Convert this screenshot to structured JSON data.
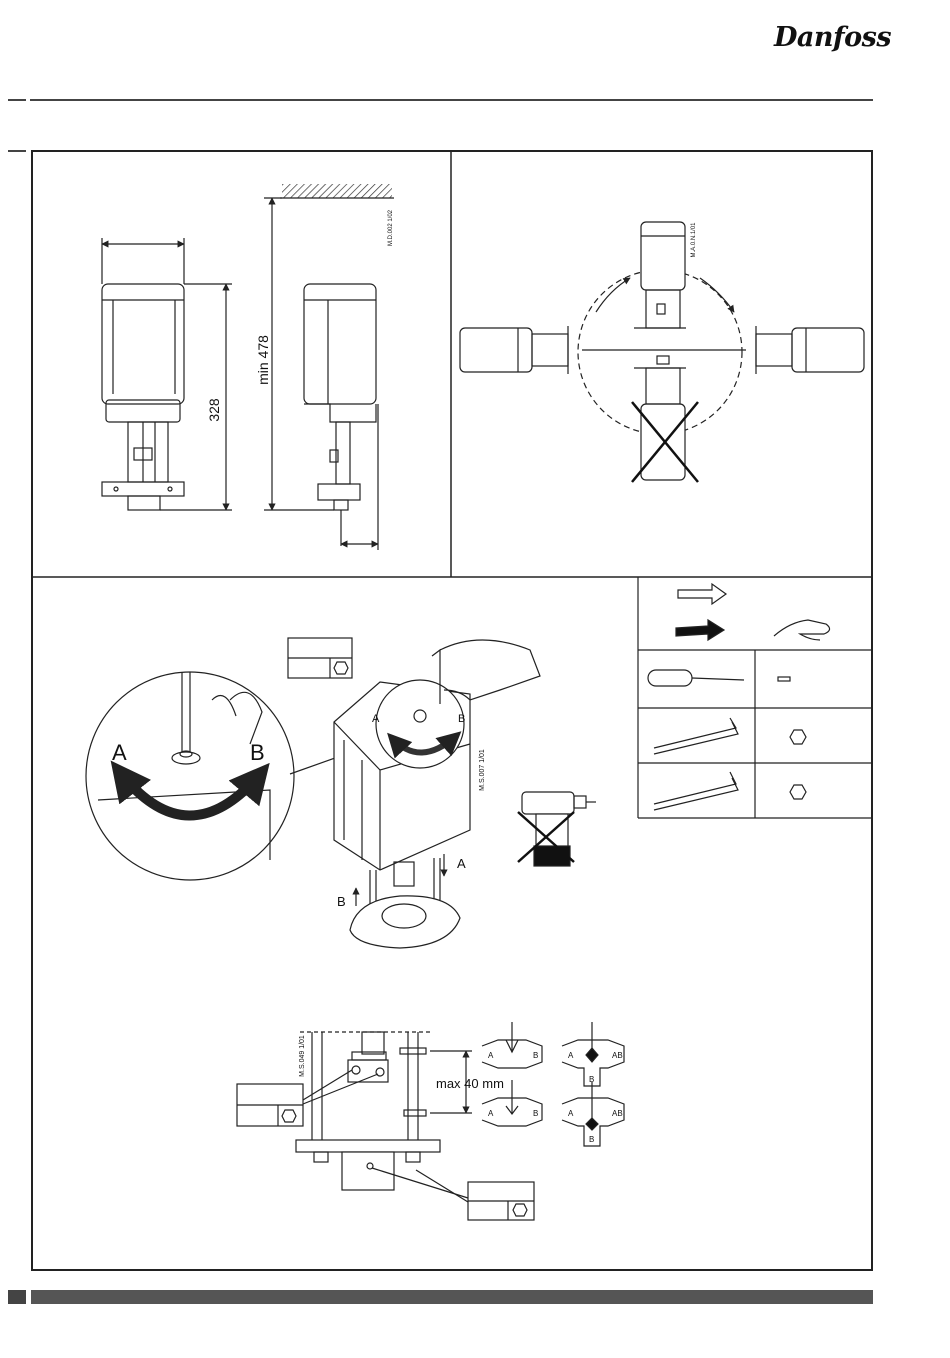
{
  "brand": {
    "logo_text": "Danfoss"
  },
  "panel_dimensions": {
    "width_328": "328",
    "min_height": "min 478",
    "drawing_code": "M.D.002 1/02"
  },
  "panel_orientation": {
    "drawing_code": "M.A.0.N.1/01"
  },
  "panel_manual": {
    "label_a": "A",
    "label_b": "B",
    "drawing_code": "M.S.007 1/01",
    "arrow_a": "A",
    "arrow_b": "B"
  },
  "panel_stroke": {
    "max_stroke": "max 40 mm",
    "drawing_code": "M.S.049 1/01",
    "valve_labels": {
      "a": "A",
      "b": "B",
      "ab": "AB"
    }
  },
  "colors": {
    "frame": "#222222",
    "rule": "#444444",
    "footer_bar": "#555555"
  }
}
